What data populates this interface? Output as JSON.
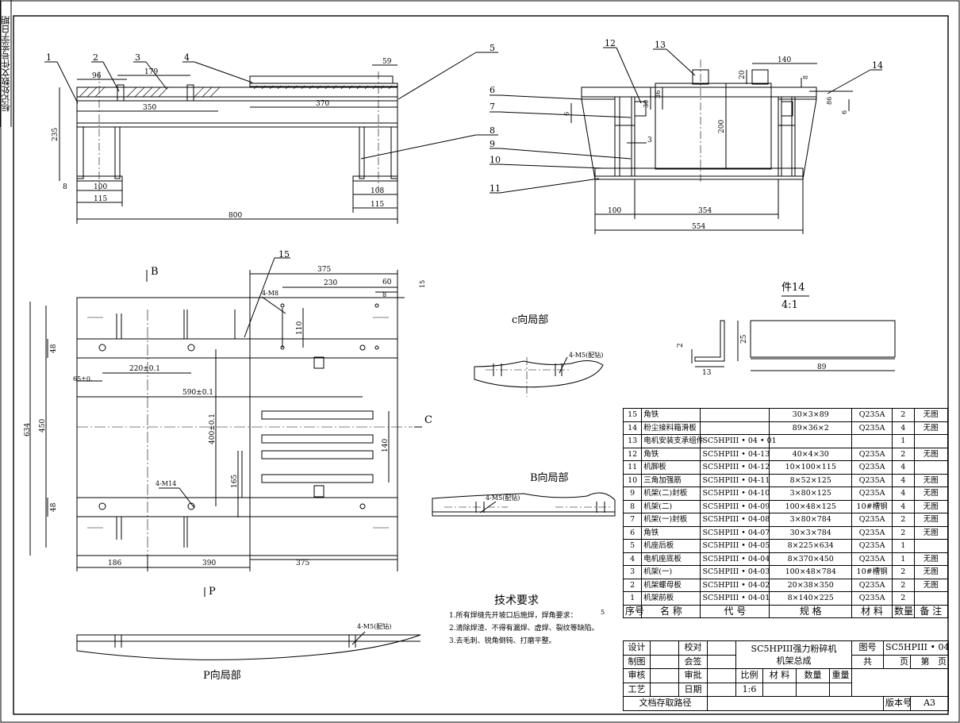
{
  "side_stamp": "标记处数文件号签字日期",
  "front_view": {
    "parts": [
      "1",
      "2",
      "3",
      "4",
      "5"
    ],
    "dims": {
      "d59": "59",
      "d96": "96",
      "d179": "179",
      "d350": "350",
      "d370": "370",
      "d235": "235",
      "d8": "8",
      "d100": "100",
      "d115a": "115",
      "d108": "108",
      "d115b": "115",
      "d800": "800"
    }
  },
  "side_view": {
    "parts": [
      "12",
      "13",
      "14",
      "6",
      "7",
      "8",
      "9",
      "10",
      "11"
    ],
    "dims": {
      "d140": "140",
      "d20": "20",
      "d8": "8",
      "d36": "36",
      "d30": "30",
      "d200": "200",
      "d6a": "6",
      "d3": "3",
      "d86": "86",
      "d6b": "6",
      "d100": "100",
      "d354": "354",
      "d554": "554"
    }
  },
  "plan_view": {
    "part": "15",
    "labels": {
      "b": "B",
      "p": "P",
      "c": "C",
      "m8": "4-M8",
      "m14": "4-M14"
    },
    "dims": {
      "d375a": "375",
      "d230": "230",
      "d60": "60",
      "d15": "15",
      "d8": "8",
      "d110": "110",
      "d48a": "48",
      "d634": "634",
      "d450": "450",
      "d220": "220±0.1",
      "d65": "65±0.",
      "d590": "590±0.1",
      "d400": "400±0.1",
      "d140": "140",
      "d165": "165",
      "d48b": "48",
      "d186": "186",
      "d390": "390",
      "d375b": "375"
    }
  },
  "detail_c": {
    "title": "c向局部",
    "label": "4-M5(配钻)"
  },
  "detail_b": {
    "title": "B向局部",
    "label": "4-M5(配钻)"
  },
  "detail_p": {
    "title": "P向局部",
    "label": "4-M5(配钻)"
  },
  "part14": {
    "title": "件14",
    "scale": "4:1",
    "dims": {
      "d2": "2",
      "d25": "25",
      "d13": "13",
      "d89": "89"
    }
  },
  "tech": {
    "title": "技术要求",
    "notes": [
      "1.所有焊缝先开坡口后施焊，焊角要求：",
      "2.清除焊渣、不得有漏焊、虚焊、裂纹等缺陷。",
      "3.去毛刺、锐角倒钝、打磨平整。"
    ],
    "weld_symbol": "5"
  },
  "bom": [
    {
      "no": "15",
      "name": "角铁",
      "code": "",
      "spec": "30×3×89",
      "mat": "Q235A",
      "qty": "2",
      "note": "无图"
    },
    {
      "no": "14",
      "name": "粉尘接料箱滑板",
      "code": "",
      "spec": "89×36×2",
      "mat": "Q235A",
      "qty": "4",
      "note": "无图"
    },
    {
      "no": "13",
      "name": "电机安装支承组件",
      "code": "SC5HPIII • 04 • 01",
      "spec": "",
      "mat": "",
      "qty": "1",
      "note": ""
    },
    {
      "no": "12",
      "name": "角铁",
      "code": "SC5HPIII • 04-13",
      "spec": "40×4×30",
      "mat": "Q235A",
      "qty": "2",
      "note": "无图"
    },
    {
      "no": "11",
      "name": "机脚板",
      "code": "SC5HPIII • 04-12",
      "spec": "10×100×115",
      "mat": "Q235A",
      "qty": "4",
      "note": ""
    },
    {
      "no": "10",
      "name": "三角加强筋",
      "code": "SC5HPIII • 04-11",
      "spec": "8×52×125",
      "mat": "Q235A",
      "qty": "4",
      "note": "无图"
    },
    {
      "no": "9",
      "name": "机架(二)封板",
      "code": "SC5HPIII • 04-10",
      "spec": "3×80×125",
      "mat": "Q235A",
      "qty": "4",
      "note": "无图"
    },
    {
      "no": "8",
      "name": "机架(二)",
      "code": "SC5HPIII • 04-09",
      "spec": "100×48×125",
      "mat": "10#槽钢",
      "qty": "4",
      "note": "无图"
    },
    {
      "no": "7",
      "name": "机架(一)封板",
      "code": "SC5HPIII • 04-08",
      "spec": "3×80×784",
      "mat": "Q235A",
      "qty": "2",
      "note": "无图"
    },
    {
      "no": "6",
      "name": "角铁",
      "code": "SC5HPIII • 04-07",
      "spec": "30×3×784",
      "mat": "Q235A",
      "qty": "2",
      "note": "无图"
    },
    {
      "no": "5",
      "name": "机座后板",
      "code": "SC5HPIII • 04-05",
      "spec": "8×225×634",
      "mat": "Q235A",
      "qty": "1",
      "note": ""
    },
    {
      "no": "4",
      "name": "电机座底板",
      "code": "SC5HPIII • 04-04",
      "spec": "8×370×450",
      "mat": "Q235A",
      "qty": "1",
      "note": "无图"
    },
    {
      "no": "3",
      "name": "机架(一)",
      "code": "SC5HPIII • 04-03",
      "spec": "100×48×784",
      "mat": "10#槽钢",
      "qty": "2",
      "note": "无图"
    },
    {
      "no": "2",
      "name": "机架螺母板",
      "code": "SC5HPIII • 04-02",
      "spec": "20×38×350",
      "mat": "Q235A",
      "qty": "2",
      "note": "无图"
    },
    {
      "no": "1",
      "name": "机架前板",
      "code": "SC5HPIII • 04-01",
      "spec": "8×140×225",
      "mat": "Q235A",
      "qty": "2",
      "note": ""
    }
  ],
  "bom_header": {
    "no": "序号",
    "name": "名  称",
    "code": "代  号",
    "spec": "规  格",
    "mat": "材  料",
    "qty": "数量",
    "note": "备  注"
  },
  "title_block": {
    "design": "设计",
    "check": "校对",
    "draft": "制图",
    "countersign": "会签",
    "review": "审核",
    "approve": "审批",
    "process": "工艺",
    "date": "日期",
    "product": "SC5HPIII强力粉碎机",
    "assembly": "机架总成",
    "drawing_no_label": "图号",
    "drawing_no": "SC5HPIII • 04",
    "total": "共",
    "sheet": "页",
    "page_no": "第",
    "page": "页",
    "scale_label": "比例",
    "scale": "1:6",
    "material": "材  料",
    "qty": "数量",
    "weight": "重量",
    "archive": "文档存取路径",
    "version": "版本号",
    "size": "A3"
  }
}
